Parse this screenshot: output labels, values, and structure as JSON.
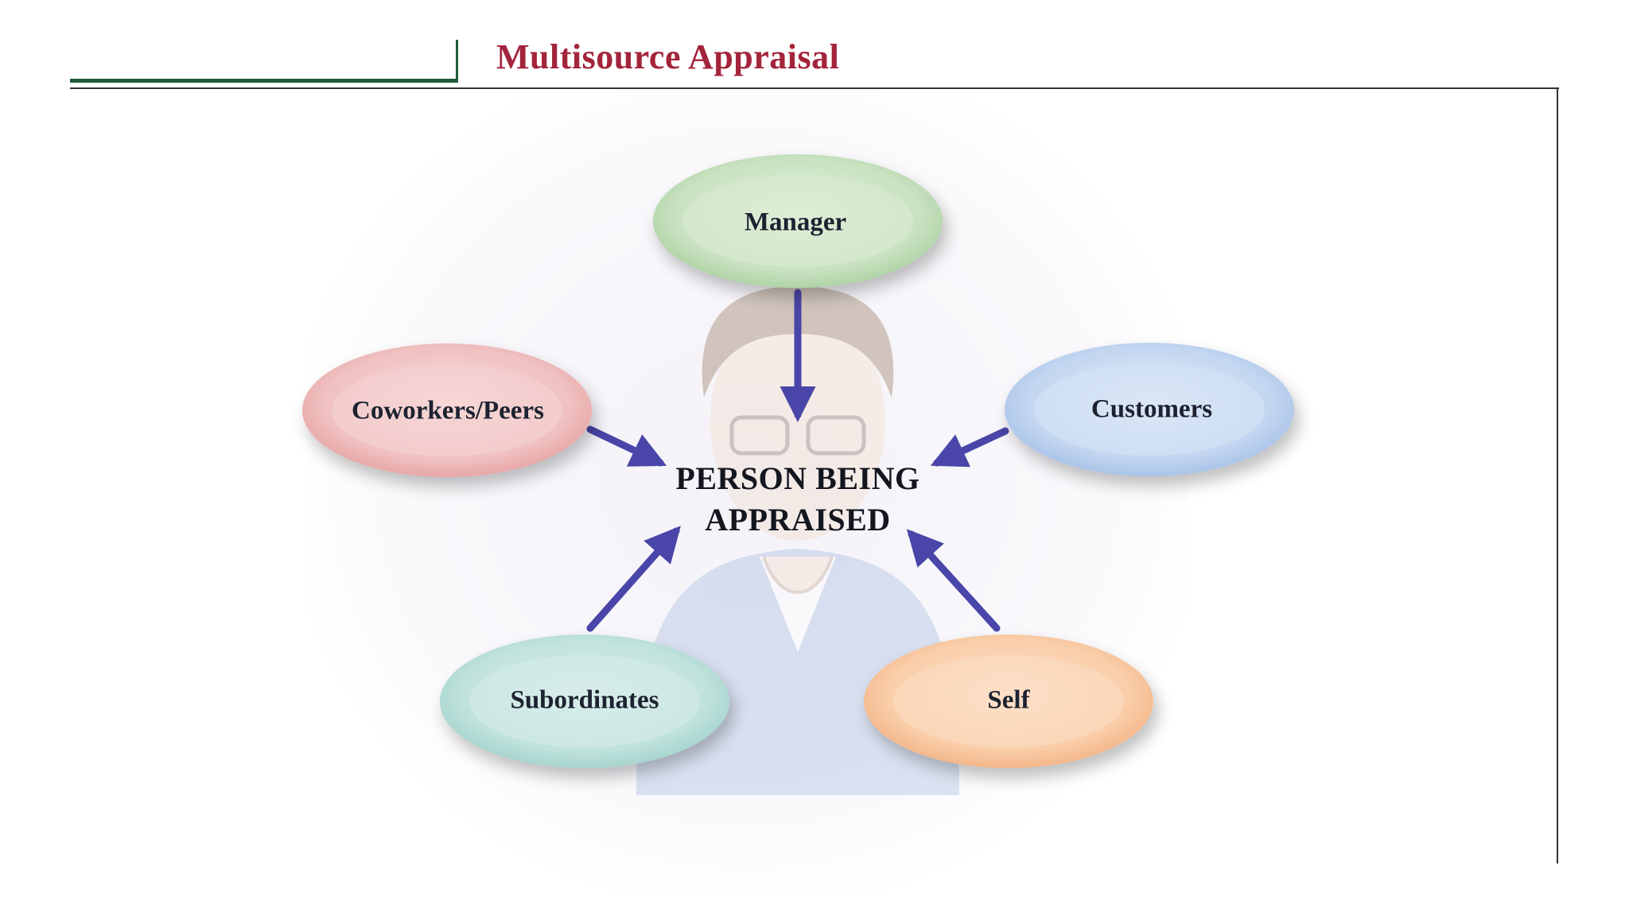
{
  "header": {
    "title": "Multisource Appraisal"
  },
  "diagram": {
    "center": {
      "line1": "PERSON BEING",
      "line2": "APPRAISED"
    },
    "nodes": {
      "manager": {
        "label": "Manager",
        "color": "#a8cfa0"
      },
      "customers": {
        "label": "Customers",
        "color": "#a9c4e8"
      },
      "coworkers": {
        "label": "Coworkers/Peers",
        "color": "#eaa8a8"
      },
      "subordinates": {
        "label": "Subordinates",
        "color": "#a8d6d0"
      },
      "self": {
        "label": "Self",
        "color": "#f4b98c"
      }
    },
    "arrow_color": "#4a45a8",
    "illustration": "person-illustration"
  }
}
